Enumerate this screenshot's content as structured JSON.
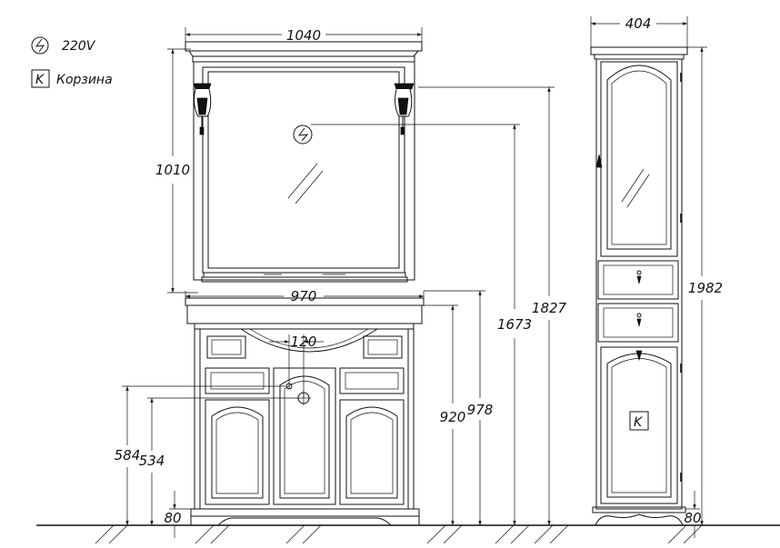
{
  "legend": {
    "power_label": "220V",
    "basket_symbol": "K",
    "basket_label": "Корзина"
  },
  "dimensions": {
    "mirror_width": "1040",
    "mirror_height": "1010",
    "vanity_width": "970",
    "sink_spacing": "120",
    "height_920": "920",
    "height_978": "978",
    "height_1673": "1673",
    "height_1827": "1827",
    "height_584": "584",
    "height_534": "534",
    "plinth_left": "80",
    "cabinet_width": "404",
    "cabinet_height": "1982",
    "plinth_right": "80"
  },
  "markers": {
    "cabinet_basket": "K"
  },
  "colors": {
    "line": "#111111",
    "background": "#ffffff"
  }
}
